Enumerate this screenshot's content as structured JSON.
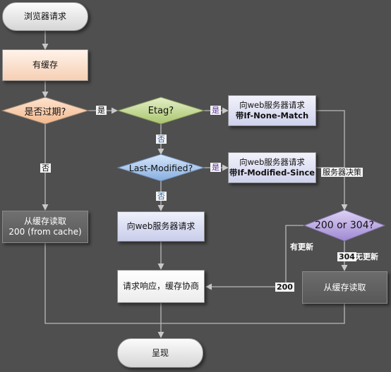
{
  "nodes": {
    "start": "浏览器请求",
    "has_cache": "有缓存",
    "expired": "是否过期?",
    "etag": "Etag?",
    "last_modified": "Last-Modified?",
    "req_inm_line1": "向web服务器请求",
    "req_inm_line2": "带If-None-Match",
    "req_ims_line1": "向web服务器请求",
    "req_ims_line2": "带If-Modified-Since",
    "read_cache_line1": "从缓存读取",
    "read_cache_line2": "200 (from cache)",
    "req_server": "向web服务器请求",
    "status_check": "200 or 304?",
    "response_negotiate": "请求响应，缓存协商",
    "read_cache2": "从缓存读取",
    "present": "呈现"
  },
  "edge_labels": {
    "yes1": "是",
    "yes2": "是",
    "yes3": "是",
    "no1": "否",
    "no2": "否",
    "no3": "否",
    "server_decides": "服务器决策",
    "updated": "有更新",
    "code_200": "200",
    "code_304": "304",
    "not_updated": "无更新"
  },
  "colors": {
    "background": "#4f4f4f",
    "connector": "#b9b9b9",
    "expired_diamond": "#f7c9a3",
    "etag_diamond": "#c2d892",
    "lastmod_diamond": "#a9c6ea",
    "status_diamond": "#b9a6e0"
  }
}
